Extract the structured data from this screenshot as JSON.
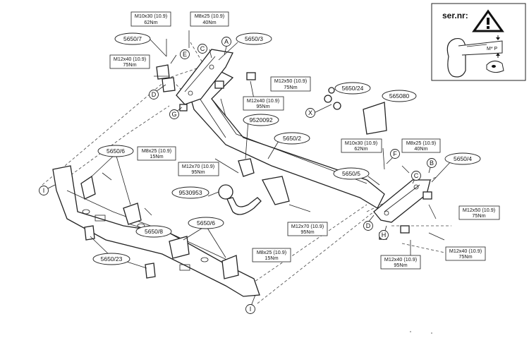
{
  "serial": {
    "label": "ser.nr:",
    "plate_text": "M* P"
  },
  "parts": {
    "p5650_7": "5650/7",
    "p5650_3": "5650/3",
    "p5650_24": "5650/24",
    "p565080": "565080",
    "p9520092": "9520092",
    "p5650_2": "5650/2",
    "p5650_6_top": "5650/6",
    "p5650_5": "5650/5",
    "p5650_4": "5650/4",
    "p9530953": "9530953",
    "p5650_8": "5650/8",
    "p5650_6_bottom": "5650/6",
    "p5650_23": "5650/23"
  },
  "specs": {
    "s1": {
      "bolt": "M10x30 (10.9)",
      "torque": "62Nm"
    },
    "s2": {
      "bolt": "M8x25 (10.9)",
      "torque": "40Nm"
    },
    "s3": {
      "bolt": "M12x40 (10.9)",
      "torque": "75Nm"
    },
    "s4": {
      "bolt": "M12x50 (10.9)",
      "torque": "75Nm"
    },
    "s5": {
      "bolt": "M12x40 (10.9)",
      "torque": "95Nm"
    },
    "s6": {
      "bolt": "M10x30 (10.9)",
      "torque": "62Nm"
    },
    "s7": {
      "bolt": "M8x25 (10.9)",
      "torque": "40Nm"
    },
    "s8": {
      "bolt": "M8x25 (10.9)",
      "torque": "15Nm"
    },
    "s9": {
      "bolt": "M12x70 (10.9)",
      "torque": "95Nm"
    },
    "s10": {
      "bolt": "M12x70 (10.9)",
      "torque": "95Nm"
    },
    "s11": {
      "bolt": "M12x50 (10.9)",
      "torque": "75Nm"
    },
    "s12": {
      "bolt": "M8x25 (10.9)",
      "torque": "15Nm"
    },
    "s13": {
      "bolt": "M12x40 (10.9)",
      "torque": "95Nm"
    },
    "s14": {
      "bolt": "M12x40 (10.9)",
      "torque": "75Nm"
    }
  },
  "letters": {
    "e": "E",
    "c1": "C",
    "a": "A",
    "d1": "D",
    "g": "G",
    "x": "X",
    "f": "F",
    "b": "B",
    "c2": "C",
    "d2": "D",
    "h": "H",
    "i1": "I",
    "i2": "I"
  }
}
